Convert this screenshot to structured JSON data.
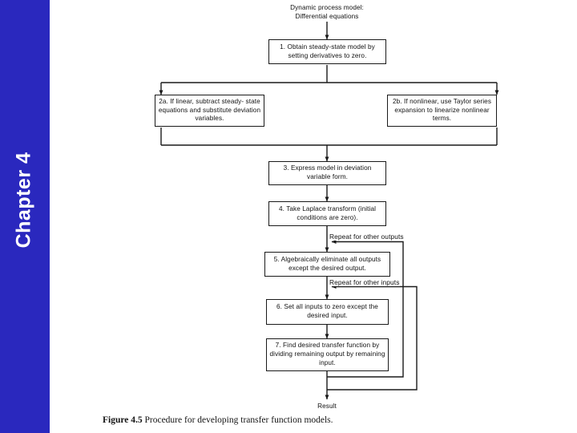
{
  "slide": {
    "background_color": "#ffffff",
    "chapter_bar": {
      "label": "Chapter 4",
      "color": "#2a28be",
      "text_color": "#ffffff"
    }
  },
  "figure": {
    "caption_prefix": "Figure 4.5",
    "caption_text": "Procedure for developing transfer function models.",
    "start_label": "Dynamic process model:\nDifferential equations",
    "end_label": "Result",
    "line_color": "#1a1a1a",
    "nodes": [
      {
        "id": "step1",
        "name": "step-1-steady-state-model",
        "text": "1. Obtain steady-state model\nby setting derivatives to zero."
      },
      {
        "id": "step2a",
        "name": "step-2a-linear-branch",
        "text": "2a. If linear, subtract steady-\nstate equations and substitute\ndeviation variables."
      },
      {
        "id": "step2b",
        "name": "step-2b-nonlinear-branch",
        "text": "2b. If nonlinear, use Taylor\nseries expansion to linearize\nnonlinear terms."
      },
      {
        "id": "step3",
        "name": "step-3-deviation-variable-form",
        "text": "3. Express model in deviation\nvariable form."
      },
      {
        "id": "step4",
        "name": "step-4-laplace-transform",
        "text": "4. Take Laplace transform\n(initial conditions are zero)."
      },
      {
        "id": "step5",
        "name": "step-5-eliminate-outputs",
        "text": "5. Algebraically eliminate all\noutputs except the desired output."
      },
      {
        "id": "step6",
        "name": "step-6-zero-inputs",
        "text": "6. Set all inputs to zero except\nthe desired input."
      },
      {
        "id": "step7",
        "name": "step-7-find-transfer-function",
        "text": "7. Find desired transfer function\nby dividing remaining output\nby remaining input."
      }
    ],
    "loop_labels": [
      {
        "id": "loop_outputs",
        "name": "repeat-outputs-label",
        "text": "Repeat for other outputs"
      },
      {
        "id": "loop_inputs",
        "name": "repeat-inputs-label",
        "text": "Repeat for other inputs"
      }
    ]
  }
}
